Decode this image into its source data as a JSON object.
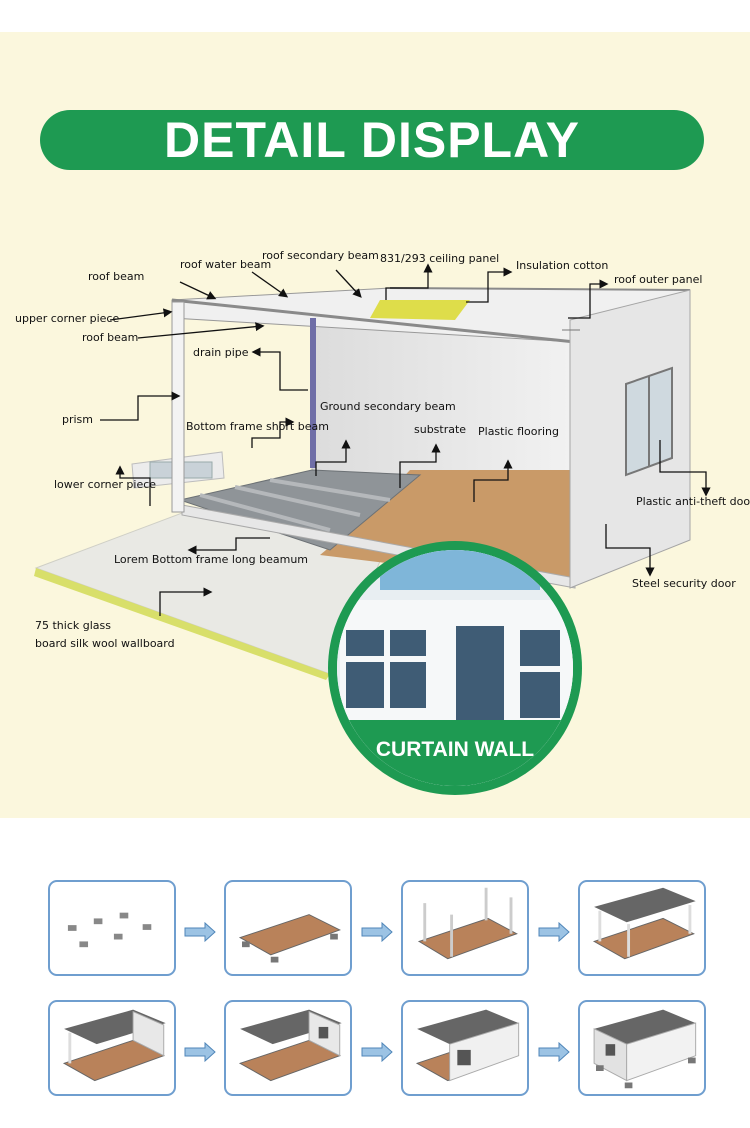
{
  "banner": {
    "title": "DETAIL DISPLAY"
  },
  "labels": {
    "roof_beam_top": "roof beam",
    "roof_water_beam": "roof water beam",
    "roof_secondary_beam": "roof secondary beam",
    "ceiling_panel": "831/293 ceiling panel",
    "insulation_cotton": "Insulation cotton",
    "roof_outer_panel": "roof outer panel",
    "upper_corner_piece": "upper corner piece",
    "roof_beam_2": "roof beam",
    "drain_pipe": "drain pipe",
    "ground_secondary_beam": "Ground secondary beam",
    "prism": "prism",
    "bottom_frame_short_beam": "Bottom frame short beam",
    "substrate": "substrate",
    "plastic_flooring": "Plastic flooring",
    "lower_corner_piece": "lower corner piece",
    "plastic_anti_theft_door": "Plastic anti-theft door",
    "bottom_frame_long_beam": "Lorem Bottom frame long beamum",
    "steel_security_door": "Steel security door",
    "wallboard_line1": "75 thick glass",
    "wallboard_line2": "board silk wool wallboard"
  },
  "circle": {
    "caption": "CURTAIN WALL"
  },
  "colors": {
    "banner_green": "#1e9a52",
    "background_cream": "#fbf7dd",
    "step_border": "#6f9ecf",
    "floor_wood": "#b9825a"
  },
  "steps": [
    {
      "name": "foundation-blocks"
    },
    {
      "name": "floor-frame"
    },
    {
      "name": "corner-posts"
    },
    {
      "name": "roof-frame"
    },
    {
      "name": "side-wall"
    },
    {
      "name": "window-wall"
    },
    {
      "name": "front-wall"
    },
    {
      "name": "completed-unit"
    }
  ]
}
